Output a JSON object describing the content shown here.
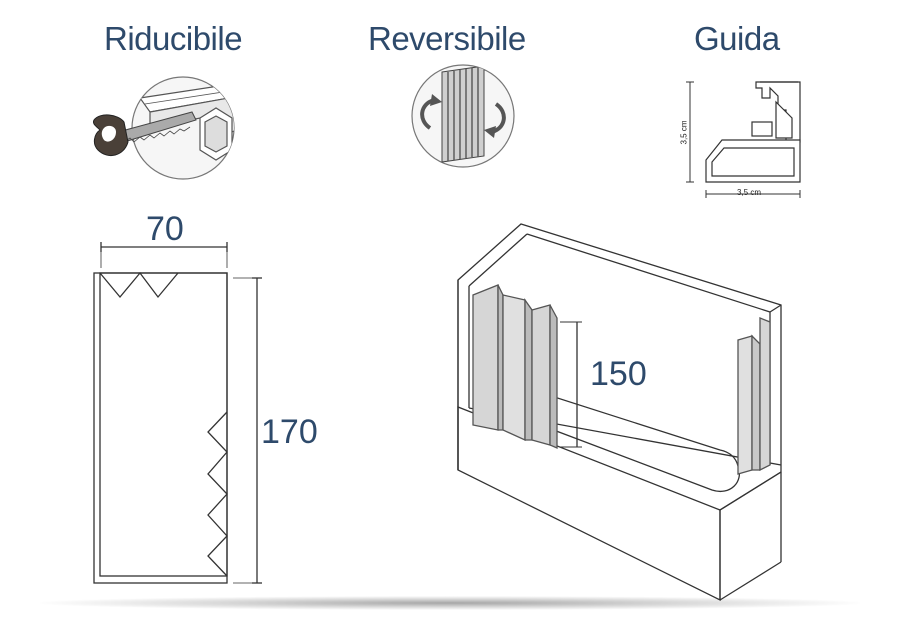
{
  "headings": {
    "reducible": "Riducibile",
    "reversible": "Reversibile",
    "guide": "Guida"
  },
  "dimensions": {
    "panel_width": "70",
    "panel_height": "170",
    "bath_panel_height": "150"
  },
  "guide_profile": {
    "height_label": "3,5 cm",
    "width_label": "3,5 cm"
  },
  "icons": {
    "saw": "saw-cutting-rail-icon",
    "rotate": "rotate-arrows-icon"
  },
  "colors": {
    "heading_text": "#2e4a6b",
    "line": "#333333"
  }
}
